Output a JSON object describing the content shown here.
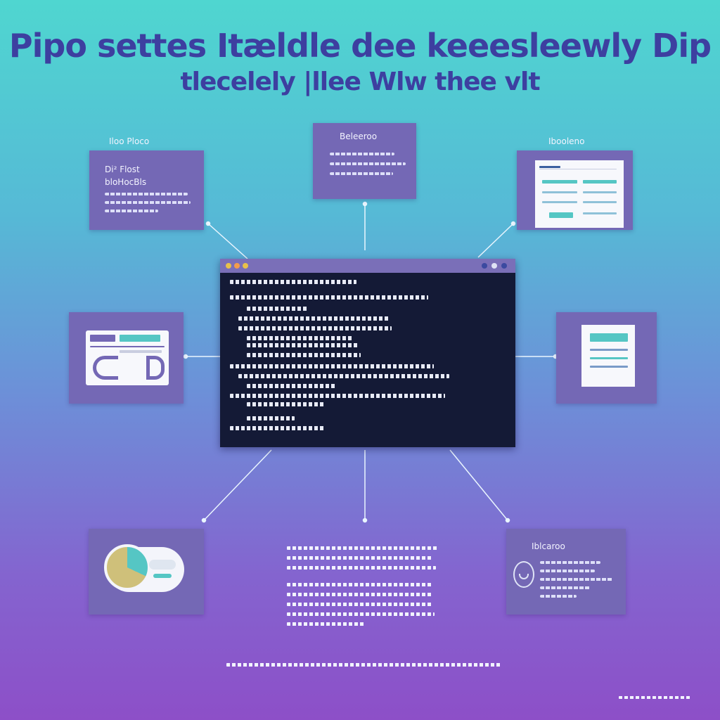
{
  "header": {
    "title_line_1": "Pipo settes Itældle dee keeesleewly Dip",
    "title_line_2": "tlecelely |llee Wlw thee vlt"
  },
  "cards": {
    "top_left": {
      "label": "Iloo Ploco",
      "line_1": "Di² Flost",
      "line_2": "bloHocBls"
    },
    "top_center": {
      "label": "Beleeroo"
    },
    "top_right": {
      "label": "Ibooleno"
    },
    "bottom_right": {
      "label": "Iblcaroo"
    }
  },
  "colors": {
    "card": "#7468b5",
    "terminal": "#141a36",
    "accent_teal": "#55c6c4",
    "title": "#3d3fa0"
  },
  "icons": [
    "folder-window-icon",
    "document-icon",
    "pie-chart-icon",
    "globe-icon"
  ]
}
